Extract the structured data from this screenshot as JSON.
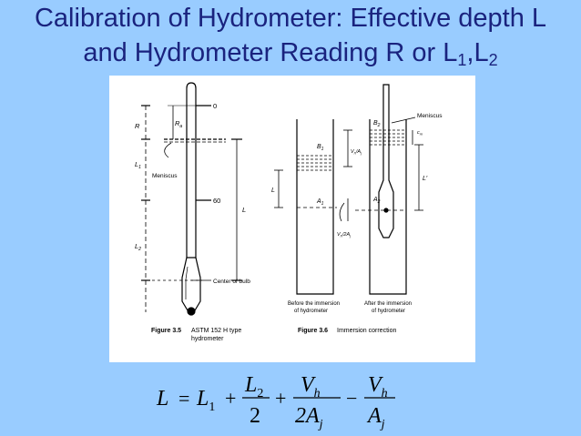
{
  "slide": {
    "title_line1": "Calibration of Hydrometer: Effective depth L",
    "title_line2_main": "and Hydrometer Reading R or L",
    "title_sub1": "1",
    "title_sep": ",L",
    "title_sub2": "2"
  },
  "figure": {
    "fig35": {
      "caption_label": "Figure 3.5",
      "caption_text1": "ASTM 152 H type",
      "caption_text2": "hydrometer",
      "scale_0": "0",
      "scale_60": "60",
      "meniscus": "Meniscus",
      "center_of_bulb": "Center of bulb",
      "label_R": "R",
      "label_Ra": "R",
      "label_Ra_sub": "a",
      "label_L1": "L",
      "label_L1_sub": "1",
      "label_L2": "L",
      "label_L2_sub": "2",
      "label_L": "L"
    },
    "fig36": {
      "caption_label": "Figure 3.6",
      "caption_text": "Immersion correction",
      "meniscus": "Meniscus",
      "before_line1": "Before the immersion",
      "before_line2": "of hydrometer",
      "after_line1": "After the immersion",
      "after_line2": "of hydrometer",
      "B1": "B",
      "B1_sub": "1",
      "B2": "B",
      "B2_sub": "2",
      "A1": "A",
      "A1_sub": "1",
      "A2": "A",
      "A2_sub": "2",
      "L": "L",
      "Lprime": "L′",
      "cm": "c",
      "cm_sub": "m",
      "vh_aj": "V",
      "vh_aj_rest": "/A",
      "vh_2aj": "V",
      "vh_2aj_rest": "/2A",
      "sub_h": "h",
      "sub_j": "j"
    }
  },
  "formula": {
    "L": "L",
    "eq": "=",
    "L1": "L",
    "L1_sub": "1",
    "plus1": "+",
    "num1": "L",
    "num1_sub": "2",
    "den1": "2",
    "plus2": "+",
    "num2": "V",
    "num2_sub": "h",
    "den2": "2A",
    "den2_sub": "j",
    "minus": "−",
    "num3": "V",
    "num3_sub": "h",
    "den3": "A",
    "den3_sub": "j"
  }
}
